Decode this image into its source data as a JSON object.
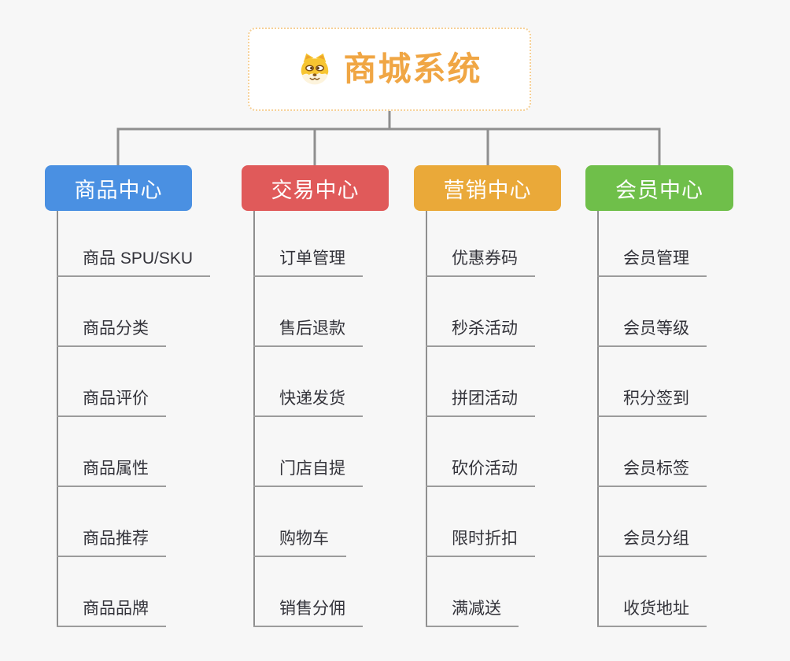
{
  "root": {
    "title": "商城系统",
    "icon": "dog-face-icon"
  },
  "branches": [
    {
      "id": "product-center",
      "label": "商品中心",
      "color": "#4a90e2",
      "children": [
        "商品 SPU/SKU",
        "商品分类",
        "商品评价",
        "商品属性",
        "商品推荐",
        "商品品牌"
      ]
    },
    {
      "id": "trade-center",
      "label": "交易中心",
      "color": "#e05a5a",
      "children": [
        "订单管理",
        "售后退款",
        "快递发货",
        "门店自提",
        "购物车",
        "销售分佣"
      ]
    },
    {
      "id": "marketing-center",
      "label": "营销中心",
      "color": "#eaa939",
      "children": [
        "优惠券码",
        "秒杀活动",
        "拼团活动",
        "砍价活动",
        "限时折扣",
        "满减送"
      ]
    },
    {
      "id": "member-center",
      "label": "会员中心",
      "color": "#6fbf4a",
      "children": [
        "会员管理",
        "会员等级",
        "积分签到",
        "会员标签",
        "会员分组",
        "收货地址"
      ]
    }
  ],
  "colors": {
    "background": "#f7f7f7",
    "connector": "#8f8f8f",
    "underline": "#9c9c9c",
    "topic_text": "#33333a",
    "root_text": "#f0a644",
    "root_border": "#f6d096"
  }
}
